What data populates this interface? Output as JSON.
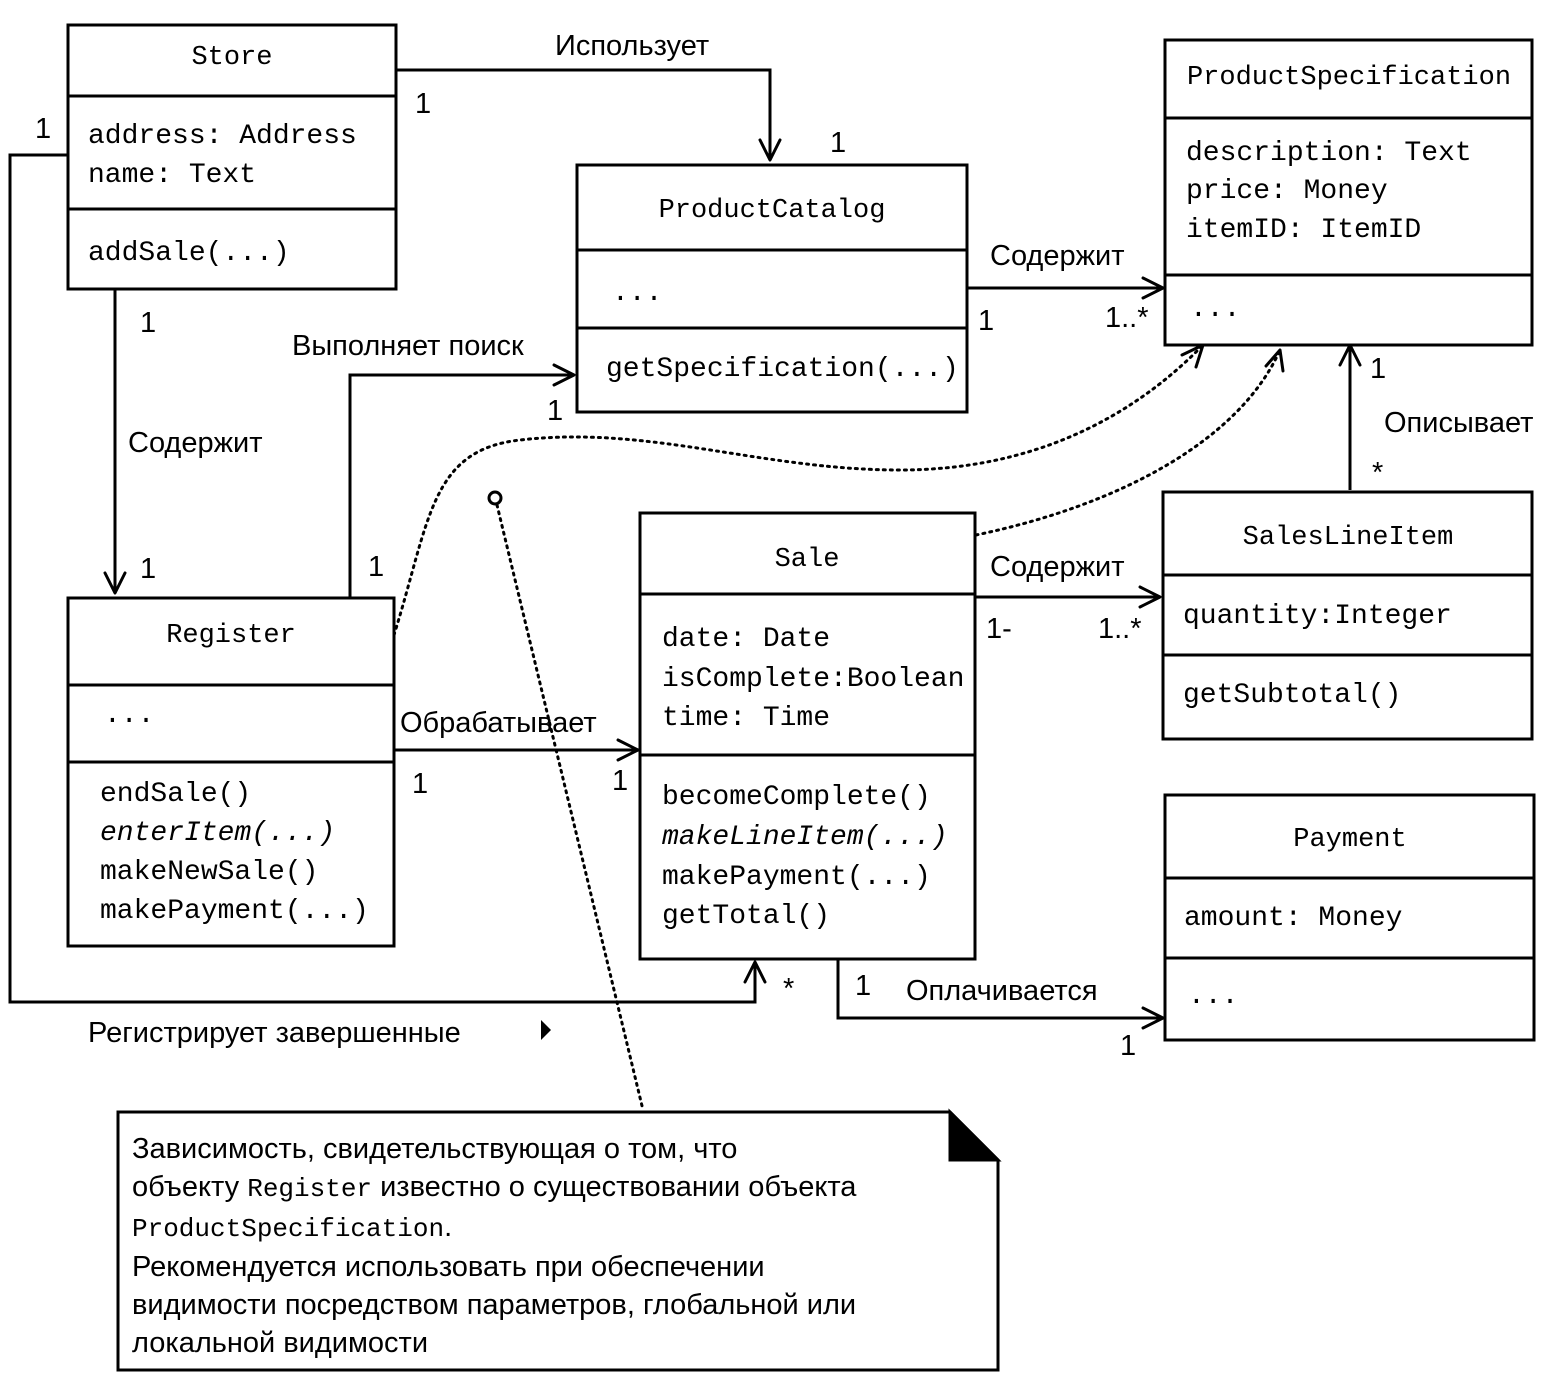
{
  "classes": {
    "store": {
      "name": "Store",
      "attributes": [
        "address: Address",
        "name: Text"
      ],
      "operations": [
        "addSale(...)"
      ]
    },
    "product_catalog": {
      "name": "ProductCatalog",
      "attributes": [
        "..."
      ],
      "operations": [
        "getSpecification(...)"
      ]
    },
    "product_specification": {
      "name": "ProductSpecification",
      "attributes": [
        "description: Text",
        "price: Money",
        "itemID: ItemID"
      ],
      "operations": [
        "..."
      ]
    },
    "register": {
      "name": "Register",
      "attributes": [
        "..."
      ],
      "operations": [
        "endSale()",
        "enterItem(...)",
        "makeNewSale()",
        "makePayment(...)"
      ]
    },
    "sale": {
      "name": "Sale",
      "attributes": [
        "date: Date",
        "isComplete:Boolean",
        "time: Time"
      ],
      "operations": [
        "becomeComplete()",
        "makeLineItem(...)",
        "makePayment(...)",
        "getTotal()"
      ]
    },
    "sales_line_item": {
      "name": "SalesLineItem",
      "attributes": [
        "quantity:Integer"
      ],
      "operations": [
        "getSubtotal()"
      ]
    },
    "payment": {
      "name": "Payment",
      "attributes": [
        "amount: Money"
      ],
      "operations": [
        "..."
      ]
    }
  },
  "associations": {
    "uses": {
      "label": "Использует",
      "source_mult": "1",
      "target_mult": "1"
    },
    "catalog_contains": {
      "label": "Содержит",
      "source_mult": "1",
      "target_mult": "1..*"
    },
    "store_contains": {
      "label": "Содержит",
      "source_mult": "1",
      "target_mult": "1"
    },
    "looks_up": {
      "label": "Выполняет поиск",
      "source_mult": "1",
      "target_mult": "1"
    },
    "describes": {
      "label": "Описывает",
      "source_mult": "*",
      "target_mult": "1"
    },
    "sale_contains": {
      "label": "Содержит",
      "source_mult": "1-",
      "target_mult": "1..*"
    },
    "handles": {
      "label": "Обрабатывает",
      "source_mult": "1",
      "target_mult": "1"
    },
    "paid_by": {
      "label": "Оплачивается",
      "source_mult": "1",
      "target_mult": "1"
    },
    "logs_completed": {
      "label": "Регистрирует завершенные",
      "source_mult": "1",
      "target_mult": "*"
    }
  },
  "note": {
    "line1": "Зависимость, свидетельствующая о том, что",
    "line2_pre": "объекту ",
    "line2_code": "Register",
    "line2_post": " известно о существовании объекта",
    "line3_code": "ProductSpecification",
    "line3_post": ".",
    "line4": "Рекомендуется использовать при обеспечении",
    "line5": "видимости посредством параметров, глобальной или",
    "line6": "локальной видимости"
  }
}
